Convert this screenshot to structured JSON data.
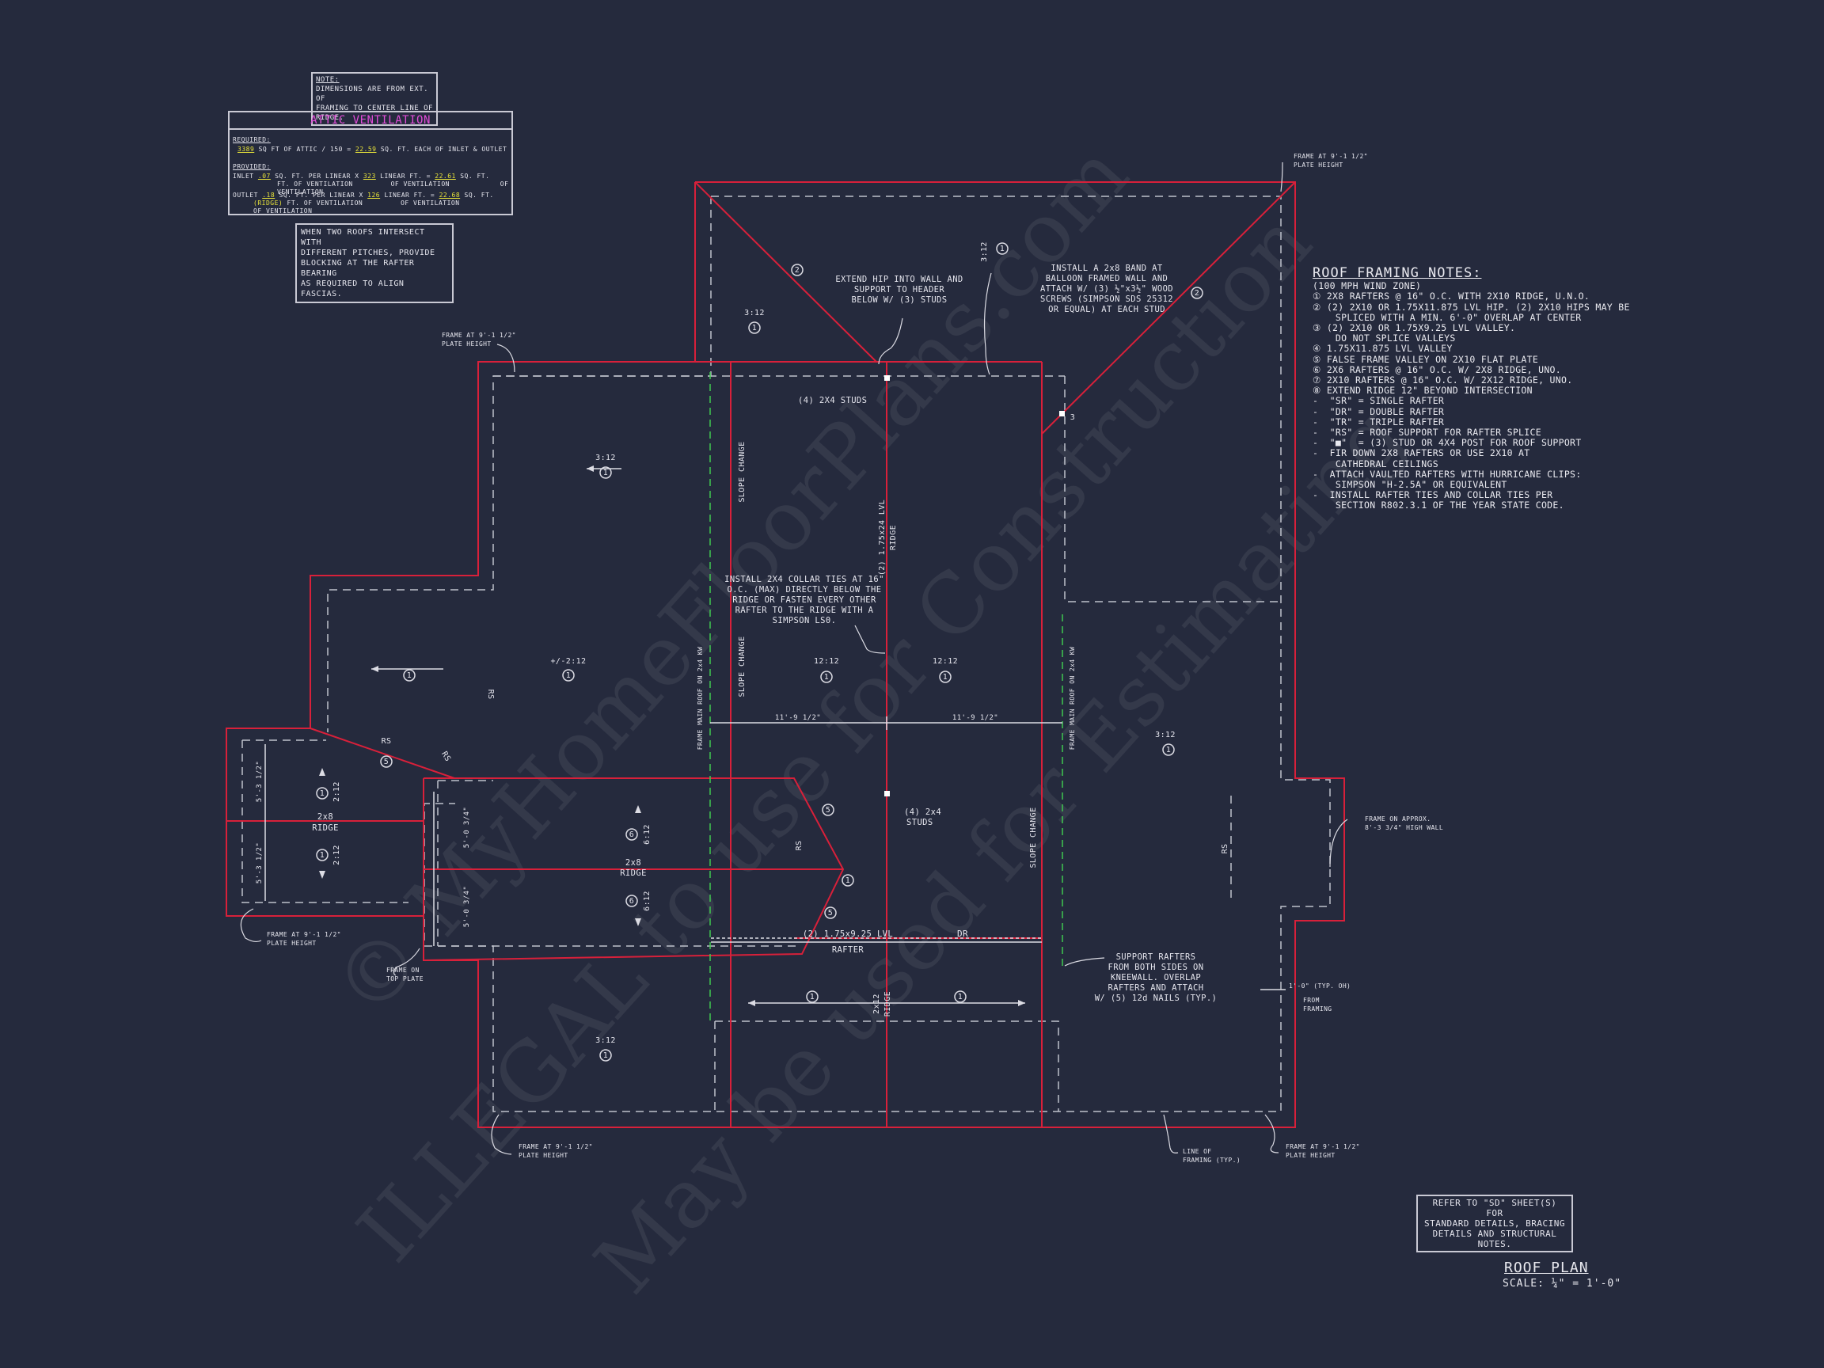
{
  "note_box": {
    "heading": "NOTE:",
    "line1": "DIMENSIONS ARE FROM EXT. OF",
    "line2": "FRAMING TO CENTER LINE OF RIDGE."
  },
  "attic_ventilation": {
    "title": "ATTIC VENTILATION",
    "required_label": "REQUIRED:",
    "required_attic_value": "3389",
    "required_text_1": "SQ FT OF ATTIC / 150 =",
    "required_each_value": "22.59",
    "required_text_2": "SQ. FT. EACH OF INLET & OUTLET",
    "provided_label": "PROVIDED:",
    "inlet_label": "INLET",
    "inlet_value": ".07",
    "inlet_text_1": "SQ. FT. PER LINEAR x",
    "inlet_linear": "323",
    "inlet_text_2": "LINEAR FT. =",
    "inlet_total": "22.61",
    "inlet_text_3": "SQ. FT.",
    "inlet_sub_1": "FT. OF VENTILATION",
    "inlet_sub_2": "OF VENTILATION",
    "inlet_sub_3": "OF VENTILATION",
    "outlet_label": "OUTLET",
    "outlet_value": ".18",
    "outlet_sub_label": "(RIDGE)",
    "outlet_text_1": "SQ. FT. PER LINEAR x",
    "outlet_linear": "126",
    "outlet_text_2": "LINEAR FT. =",
    "outlet_total": "22.68",
    "outlet_text_3": "SQ. FT.",
    "outlet_sub_1": "FT. OF VENTILATION",
    "outlet_sub_2": "OF VENTILATION",
    "outlet_sub_3": "OF VENTILATION"
  },
  "intersect_note": [
    "WHEN TWO ROOFS INTERSECT WITH",
    "DIFFERENT PITCHES, PROVIDE",
    "BLOCKING AT THE RAFTER BEARING",
    "AS REQUIRED TO ALIGN FASCIAS."
  ],
  "roof_framing_notes": {
    "title": "ROOF FRAMING NOTES:",
    "items": [
      "(100 MPH WIND ZONE)",
      "① 2x8 RAFTERS @ 16\" O.C. WITH 2X10 RIDGE, U.N.O.",
      "② (2) 2x10 OR 1.75x11.875 LVL HIP. (2) 2x10 HIPS MAY BE",
      "    SPLICED WITH A MIN. 6'-0\" OVERLAP AT CENTER",
      "③ (2) 2x10 OR 1.75x9.25 LVL VALLEY.",
      "    DO NOT SPLICE VALLEYS",
      "④ 1.75x11.875 LVL VALLEY",
      "⑤ FALSE FRAME VALLEY ON 2x10 FLAT PLATE",
      "⑥ 2x6 RAFTERS @ 16\" O.C. W/ 2x8 RIDGE, UNO.",
      "⑦ 2x10 RAFTERS @ 16\" O.C. W/ 2x12 RIDGE, UNO.",
      "⑧ EXTEND RIDGE 12\" BEYOND INTERSECTION",
      "-  \"SR\" = SINGLE RAFTER",
      "-  \"DR\" = DOUBLE RAFTER",
      "-  \"TR\" = TRIPLE RAFTER",
      "-  \"RS\" = ROOF SUPPORT FOR RAFTER SPLICE",
      "-  \"■\"  = (3) STUD OR 4x4 POST FOR ROOF SUPPORT",
      "-  FIR DOWN 2x8 RAFTERS OR USE 2x10 AT",
      "    CATHEDRAL CEILINGS",
      "-  ATTACH VAULTED RAFTERS WITH HURRICANE CLIPS:",
      "    SIMPSON \"H-2.5A\" OR EQUIVALENT",
      "-  INSTALL RAFTER TIES AND COLLAR TIES PER",
      "    SECTION R802.3.1 OF THE YEAR STATE CODE."
    ]
  },
  "sd_note": [
    "REFER TO \"SD\" SHEET(S) FOR",
    "STANDARD DETAILS, BRACING",
    "DETAILS AND STRUCTURAL NOTES."
  ],
  "title_block": {
    "title": "ROOF PLAN",
    "scale": "SCALE: ¼\" = 1'-0\""
  },
  "plan_labels": {
    "frame_plate_1": "FRAME AT 9'-1 1/2\"",
    "plate_height": "PLATE HEIGHT",
    "frame_approx_1": "FRAME ON APPROX.",
    "frame_approx_2": "8'-3 3/4\" HIGH WALL",
    "frame_top_1": "FRAME ON",
    "frame_top_2": "TOP PLATE",
    "line_framing_1": "LINE OF",
    "line_framing_2": "FRAMING (TYP.)",
    "extend_hip": [
      "EXTEND HIP INTO WALL AND",
      "SUPPORT TO HEADER",
      "BELOW W/ (3) STUDS"
    ],
    "install_band": [
      "INSTALL A 2x8 BAND AT",
      "BALLOON FRAMED WALL AND",
      "ATTACH W/ (3) ½\"x3½\" WOOD",
      "SCREWS (SIMPSON SDS 25312",
      "OR EQUAL) AT EACH STUD"
    ],
    "collar_ties": [
      "INSTALL 2X4 COLLAR TIES AT 16\"",
      "O.C. (MAX) DIRECTLY BELOW THE",
      "RIDGE OR FASTEN EVERY OTHER",
      "RAFTER TO THE RIDGE WITH A",
      "SIMPSON LS0."
    ],
    "support_rafters": [
      "SUPPORT RAFTERS",
      "FROM BOTH SIDES ON",
      "KNEEWALL. OVERLAP",
      "RAFTERS AND ATTACH",
      "W/ (5) 12d NAILS (TYP.)"
    ],
    "studs_4": "(4) 2X4 STUDS",
    "studs_4b_1": "(4) 2x4",
    "studs_4b_2": "STUDS",
    "slope_change": "SLOPE CHANGE",
    "lvl_ridge": "(2) 1.75x24 LVL",
    "ridge": "RIDGE",
    "ridge_2x8": "2x8",
    "ridge_2x12": "2x12",
    "frame_main": "FRAME MAIN ROOF ON 2x4 KW",
    "lvl_rafter_1": "(2) 1.75x9.25 LVL",
    "lvl_rafter_2": "RAFTER",
    "dr": "DR",
    "rs": "RS",
    "dim_11": "11'-9 1/2\"",
    "dim_5_3": "5'-3 1/2\"",
    "dim_5_0": "5'-0 3/4\"",
    "dim_1_0": "1'-0\" (TYP. OH)",
    "from_framing_1": "FROM",
    "from_framing_2": "FRAMING",
    "pitch_3": "3:12",
    "pitch_2": "+/-2:12",
    "pitch_12": "12:12",
    "pitch_6": "6:12",
    "pitch_2_12": "2:12",
    "c1": "1",
    "c2": "2",
    "c3": "3",
    "c5": "5",
    "c6": "6"
  },
  "watermark": [
    "© MyHomeFloorPlans.com",
    "ILLEGAL to use for Construction",
    "May be used for Estimating"
  ]
}
